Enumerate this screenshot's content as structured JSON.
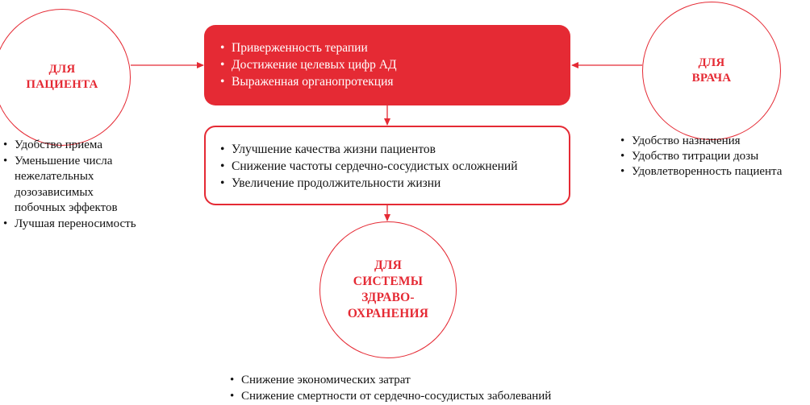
{
  "colors": {
    "accent": "#e52a34",
    "text": "#111111",
    "background": "#ffffff"
  },
  "nodes": {
    "patient": {
      "label": "ДЛЯ\nПАЦИЕНТА"
    },
    "doctor": {
      "label": "ДЛЯ\nВРАЧА"
    },
    "health_system": {
      "label": "ДЛЯ\nСИСТЕМЫ\nЗДРАВО-\nОХРАНЕНИЯ"
    }
  },
  "top_box": {
    "items": [
      "Приверженность терапии",
      "Достижение целевых цифр АД",
      "Выраженная органопротекция"
    ]
  },
  "middle_box": {
    "items": [
      "Улучшение качества жизни пациентов",
      "Снижение частоты сердечно-сосудистых осложнений",
      "Увеличение продолжительности жизни"
    ]
  },
  "patient_list": {
    "items": [
      "Удобство приема",
      "Уменьшение числа нежелательных дозозависимых побочных эффектов",
      "Лучшая переносимость"
    ]
  },
  "doctor_list": {
    "items": [
      "Удобство назначения",
      "Удобство титрации дозы",
      "Удовлетворенность пациента"
    ]
  },
  "health_list": {
    "items": [
      "Снижение экономических затрат",
      "Снижение смертности от сердечно-сосудистых заболеваний"
    ]
  }
}
